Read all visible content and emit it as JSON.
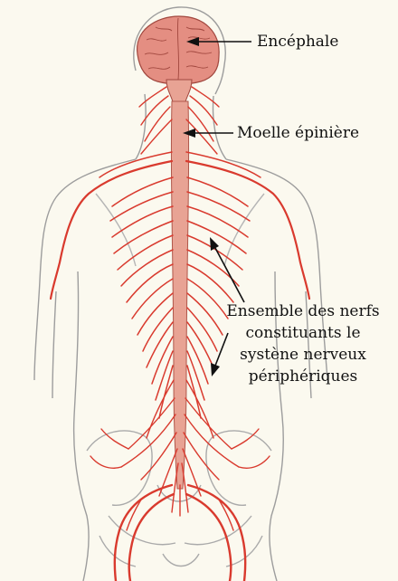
{
  "labels": {
    "brain": "Encéphale",
    "spinal_cord": "Moelle épinière",
    "nerves_lines": [
      "Ensemble des nerfs",
      "constituants le",
      "systène nerveux",
      "périphériques"
    ]
  },
  "colors": {
    "background": "#fbf9ef",
    "body_outline": "#9a9a9a",
    "brain": "#e48e82",
    "spinal_cord": "#e8a394",
    "nerve": "#d93a2e",
    "leader_line": "#111111"
  }
}
